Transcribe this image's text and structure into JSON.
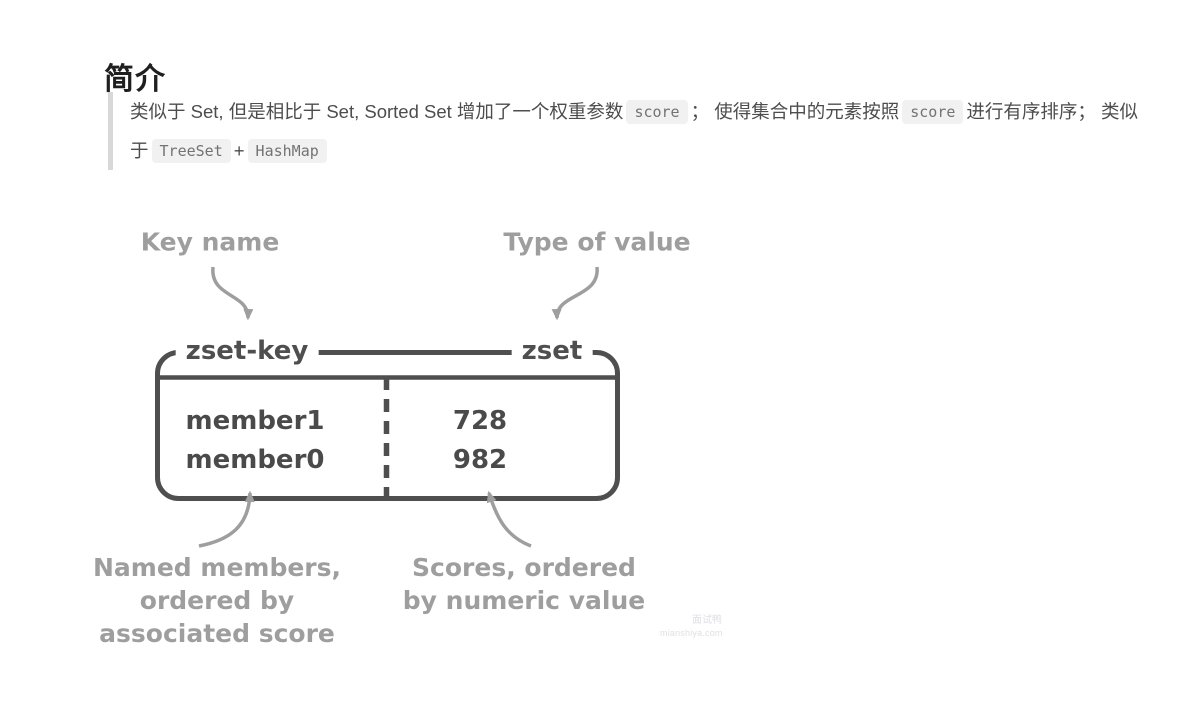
{
  "page": {
    "heading": "简介"
  },
  "quote": {
    "seg1": "类似于 Set, 但是相比于 Set, Sorted Set 增加了一个权重参数",
    "code1": "score",
    "seg2": "； 使得集合中的元素按照",
    "code2": "score",
    "seg3": "进行有序排序； 类似于",
    "code3": "TreeSet",
    "seg4": "+",
    "code4": "HashMap"
  },
  "diagram": {
    "label_key_name": "Key name",
    "label_type_of_value": "Type of value",
    "key_name": "zset-key",
    "value_type": "zset",
    "rows": [
      {
        "member": "member1",
        "score": "728"
      },
      {
        "member": "member0",
        "score": "982"
      }
    ],
    "label_members_line1": "Named members,",
    "label_members_line2": "ordered by",
    "label_members_line3": "associated score",
    "label_scores_line1": "Scores, ordered",
    "label_scores_line2": "by numeric value",
    "colors": {
      "outline": "#4f4f4f",
      "annotation": "#9e9e9e",
      "member_text": "#4a4a4a",
      "quote_bar": "#d8d8d8",
      "code_background": "#f1f1f2"
    }
  },
  "watermark": {
    "line1": "面试鸭",
    "line2": "mianshiya.com"
  }
}
